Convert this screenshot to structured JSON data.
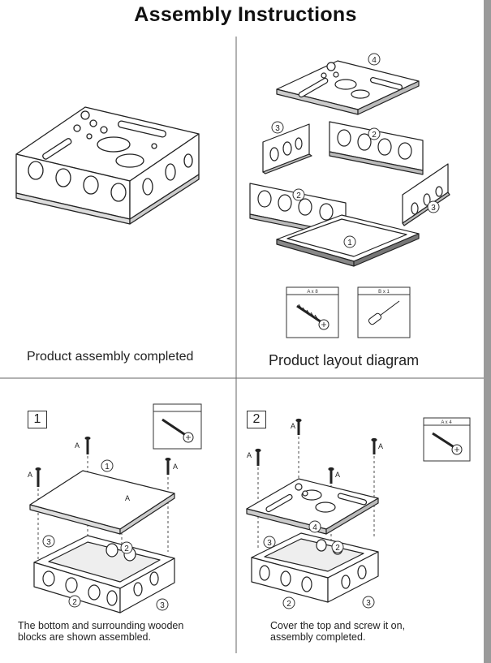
{
  "title": "Assembly Instructions",
  "panels": {
    "completed": {
      "caption": "Product assembly completed"
    },
    "layout": {
      "caption": "Product layout diagram",
      "part_labels": [
        "1",
        "2",
        "2",
        "3",
        "3",
        "4"
      ],
      "hardware": [
        {
          "label": "A x 8",
          "item": "screw-icon"
        },
        {
          "label": "B x 1",
          "item": "screwdriver-icon"
        }
      ]
    },
    "step1": {
      "number": "1",
      "text": "The bottom and surrounding wooden\nblocks are shown assembled.",
      "screw_letter": "A",
      "part_labels": [
        "1",
        "2",
        "2",
        "3",
        "3"
      ]
    },
    "step2": {
      "number": "2",
      "text": "Cover the top and screw it on,\nassembly completed.",
      "screw_letter": "A",
      "hardware_label": "A x 4",
      "part_labels": [
        "4",
        "2",
        "2",
        "3",
        "3"
      ]
    }
  }
}
